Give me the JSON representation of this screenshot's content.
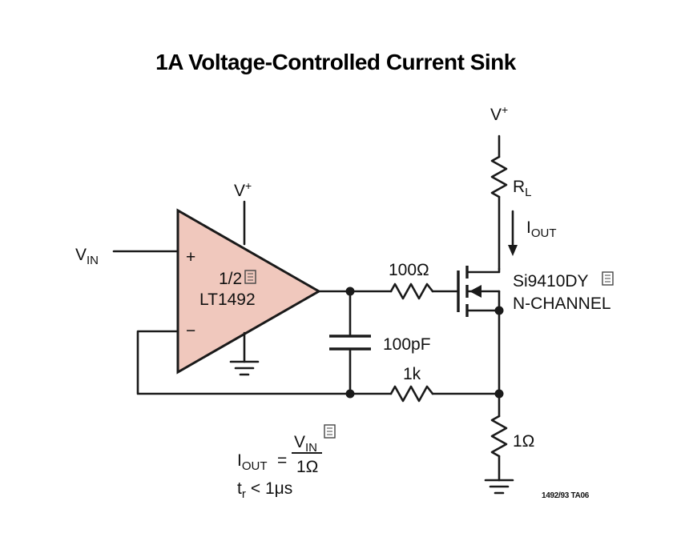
{
  "title": "1A Voltage-Controlled Current Sink",
  "labels": {
    "vplus_top": "V",
    "vplus_top_sup": "+",
    "vplus_amp": "V",
    "vplus_amp_sup": "+",
    "vin": "V",
    "vin_sub": "IN",
    "plus_sign": "+",
    "minus_sign": "−",
    "amp_fraction": "1/2",
    "amp_part": "LT1492",
    "r_gate": "100Ω",
    "cap": "100pF",
    "r_fb": "1k",
    "rl": "R",
    "rl_sub": "L",
    "iout": "I",
    "iout_sub": "OUT",
    "mosfet_part": "Si9410DY",
    "mosfet_type": "N-CHANNEL",
    "r_sense": "1Ω",
    "formula_lhs": "I",
    "formula_lhs_sub": "OUT",
    "formula_eq": "=",
    "formula_num": "V",
    "formula_num_sub": "IN",
    "formula_den": "1Ω",
    "rise": "t",
    "rise_sub": "r",
    "rise_val": "< 1μs",
    "figure_code": "1492/93 TA06"
  },
  "icons": {
    "missing_glyph": "missing-glyph-icon"
  },
  "colors": {
    "amp_fill": "#f0c8bd",
    "ink": "#1a1a1a"
  }
}
